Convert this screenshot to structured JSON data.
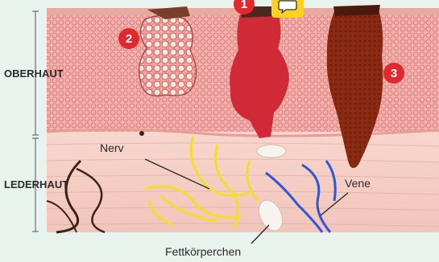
{
  "layers": {
    "oberhaut": "OBERHAUT",
    "lederhaut": "LEDERHAUT"
  },
  "callouts": {
    "nerv": "Nerv",
    "vene": "Vene",
    "fett": "Fettkörperchen"
  },
  "badges": [
    "1",
    "2",
    "3"
  ],
  "icons": {
    "chat": "speech-bubble-icon"
  },
  "colors": {
    "badge": "#e0282f",
    "chat_icon": "#ffd21f",
    "background": "#e9f3ee",
    "epidermis": "#f3b9b4",
    "dermis": "#f6d9cf",
    "nerve": "#f2e028",
    "vein": "#2f55d9",
    "tumor_dark": "#8a2a12",
    "tumor_red": "#d12836"
  }
}
